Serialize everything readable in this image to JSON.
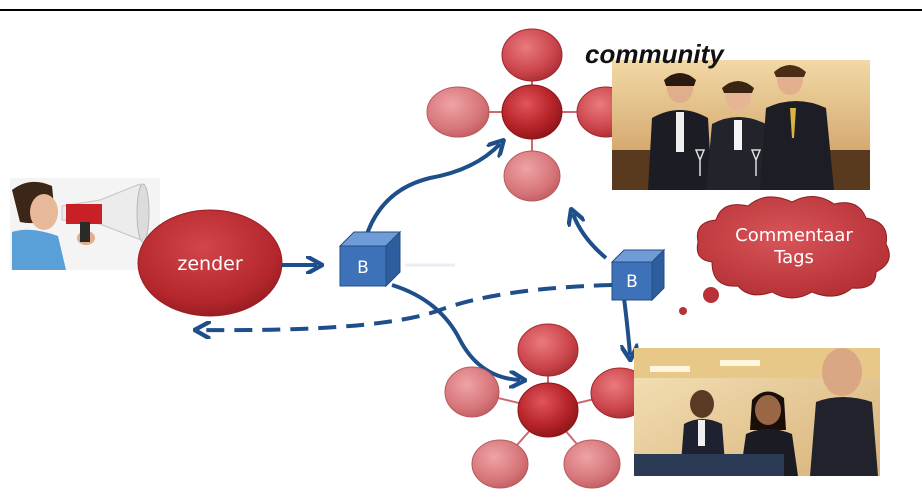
{
  "title_text": "community",
  "sender_label": "zender",
  "box_a_label": "B",
  "box_b_label": "B",
  "comment_bubble": {
    "line1": "Commentaar",
    "line2": "Tags"
  },
  "colors": {
    "node_dark": "#b52228",
    "node_light": "#d9787a",
    "edge": "#c96b6e",
    "arrow": "#1f4f8a",
    "box_front": "#3d72b8",
    "bubble": "#c0393f",
    "divider": "#000000"
  },
  "icons": {
    "megaphone": "megaphone-person-photo",
    "community_photo": "men-group-photo",
    "office_photo": "office-group-photo"
  }
}
